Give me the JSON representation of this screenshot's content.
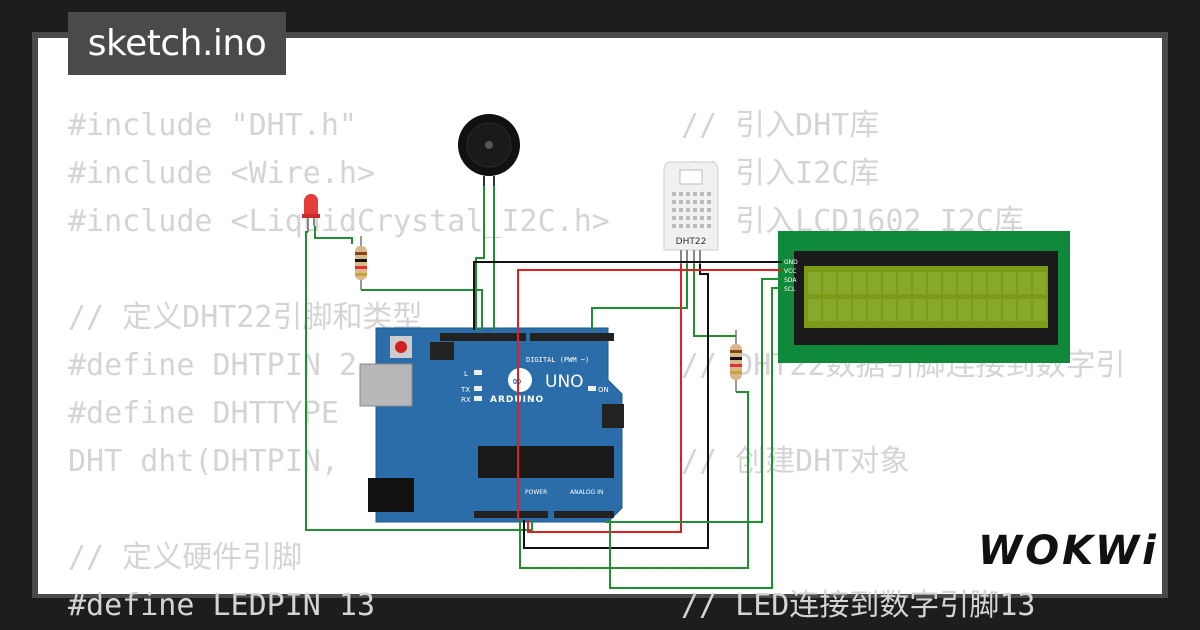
{
  "title": "sketch.ino",
  "code_lines": [
    {
      "code": "#include \"DHT.h\"",
      "comment": "// 引入DHT库"
    },
    {
      "code": "#include <Wire.h>",
      "comment": "// 引入I2C库"
    },
    {
      "code": "#include <LiquidCrystal_I2C.h>",
      "comment": "// 引入LCD1602 I2C库"
    },
    {
      "code": "",
      "comment": ""
    },
    {
      "code": "// 定义DHT22引脚和类型",
      "comment": ""
    },
    {
      "code": "#define DHTPIN 2",
      "comment": "// DHT22数据引脚连接到数字引"
    },
    {
      "code": "#define DHTTYPE",
      "comment": ""
    },
    {
      "code": "DHT dht(DHTPIN,",
      "comment": "// 创建DHT对象"
    },
    {
      "code": "",
      "comment": ""
    },
    {
      "code": "// 定义硬件引脚",
      "comment": ""
    },
    {
      "code": "#define LEDPIN 13",
      "comment": "// LED连接到数字引脚13"
    }
  ],
  "components": {
    "dht_label": "DHT22",
    "arduino_brand": "ARDUINO",
    "arduino_model": "UNO",
    "digital_label": "DIGITAL (PWM ~)",
    "power_label": "POWER",
    "analog_label": "ANALOG IN",
    "on_label": "ON",
    "tx_label": "TX",
    "rx_label": "RX",
    "l_label": "L",
    "lcd_pins": [
      "GND",
      "VCC",
      "SDA",
      "SCL"
    ]
  },
  "logo": "WOKWi",
  "colors": {
    "background": "#1d1d1f",
    "card": "#ffffff",
    "tab": "#4a4a4a",
    "code_text": "#d4d4d4",
    "arduino_board": "#2a6da8",
    "lcd_pcb": "#0f8a3a",
    "lcd_screen": "#7a9a18",
    "wire_red": "#e02020",
    "wire_green": "#1f8f2f",
    "wire_black": "#111111"
  }
}
